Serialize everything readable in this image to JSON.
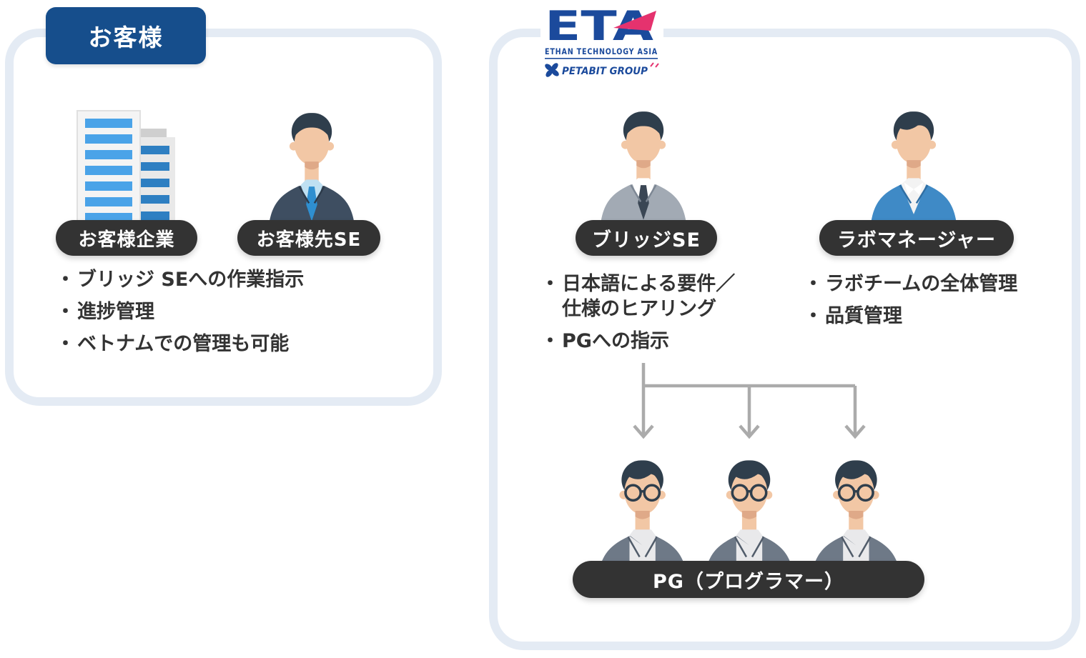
{
  "bullet_marker": "・",
  "colors": {
    "panel_border": "#e4ebf4",
    "tag_blue": "#164e8c",
    "badge_dark": "#333333",
    "text": "#333333",
    "arrow": "#ababab",
    "logo_blue": "#1b4a9c",
    "logo_red": "#e5326e",
    "window_light_blue": "#4aa3e8",
    "window_dark_blue": "#2e7fc2"
  },
  "customer_panel": {
    "tag_label": "お客様",
    "badges": {
      "company": "お客様企業",
      "se": "お客様先SE"
    },
    "bullets": [
      "ブリッジ SEへの作業指示",
      "進捗管理",
      "ベトナムでの管理も可能"
    ]
  },
  "eta_panel": {
    "logo": {
      "acronym": "ETA",
      "company": "ETHAN TECHNOLOGY ASIA",
      "group": "PETABIT GROUP"
    },
    "bridge_se": {
      "badge_label": "ブリッジSE",
      "bullets": [
        {
          "lines": [
            "日本語による要件／",
            "仕様のヒアリング"
          ]
        },
        {
          "lines": [
            "PGへの指示"
          ]
        }
      ]
    },
    "lab_manager": {
      "badge_label": "ラボマネージャー",
      "bullets": [
        {
          "lines": [
            "ラボチームの全体管理"
          ]
        },
        {
          "lines": [
            "品質管理"
          ]
        }
      ]
    },
    "pg": {
      "badge_label": "PG（プログラマー）"
    }
  }
}
